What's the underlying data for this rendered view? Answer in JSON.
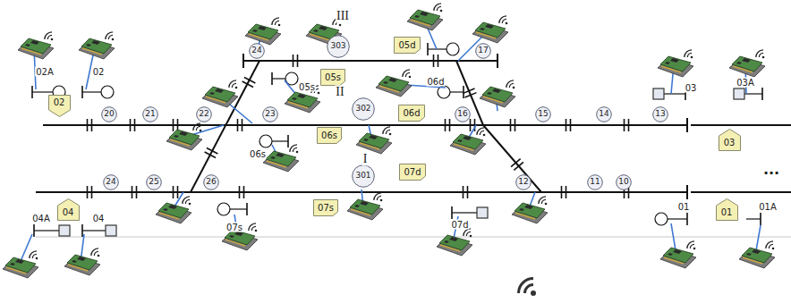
{
  "diagram": {
    "nodes": [
      {
        "text": [
          "24"
        ]
      },
      {
        "text": [
          "303"
        ]
      },
      {
        "text": [
          "05d"
        ]
      },
      {
        "text": [
          "17"
        ]
      },
      {
        "text": [
          "05s"
        ]
      },
      {
        "text": [
          "02"
        ]
      },
      {
        "text": [
          "20"
        ]
      },
      {
        "text": [
          "21"
        ]
      },
      {
        "text": [
          "22"
        ]
      },
      {
        "text": [
          "23"
        ]
      },
      {
        "text": [
          "302"
        ]
      },
      {
        "text": [
          "06d"
        ]
      },
      {
        "text": [
          "16"
        ]
      },
      {
        "text": [
          "15"
        ]
      },
      {
        "text": [
          "14"
        ]
      },
      {
        "text": [
          "13"
        ]
      },
      {
        "text": [
          "03"
        ]
      },
      {
        "text": [
          "06s"
        ]
      },
      {
        "text": [
          "07d"
        ]
      },
      {
        "text": [
          "301"
        ]
      },
      {
        "text": [
          "04"
        ]
      },
      {
        "text": [
          "24"
        ]
      },
      {
        "text": [
          "25"
        ]
      },
      {
        "text": [
          "26"
        ]
      },
      {
        "text": [
          "12"
        ]
      },
      {
        "text": [
          "11"
        ]
      },
      {
        "text": [
          "10"
        ]
      },
      {
        "text": [
          "01"
        ]
      },
      {
        "text": [
          "07s"
        ]
      }
    ],
    "labels": [
      "III",
      "II",
      "I",
      "02A",
      "02",
      "05s",
      "06d",
      "03",
      "03A",
      "06s",
      "07s",
      "07d",
      "04A",
      "04",
      "01",
      "01A",
      "..."
    ]
  }
}
